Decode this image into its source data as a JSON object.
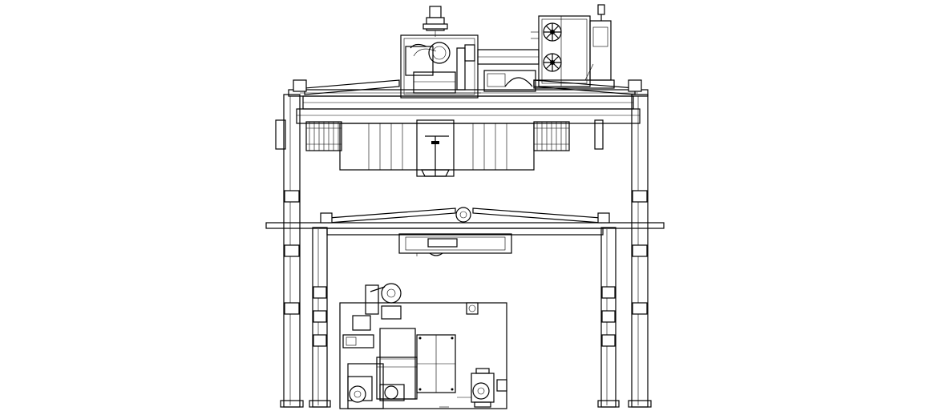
{
  "drawing": {
    "stroke_color": "#000000",
    "background_color": "#ffffff",
    "components": {
      "frame": [
        "left-outer-column",
        "left-inner-column",
        "right-inner-column",
        "right-outer-column"
      ],
      "beams": [
        "top-gantry-beam",
        "lower-crossbeam"
      ],
      "machines": [
        "top-spindle-motor",
        "upper-machine-block",
        "right-reel-housing",
        "lower-carriage",
        "ground-control-cabinet"
      ]
    }
  }
}
